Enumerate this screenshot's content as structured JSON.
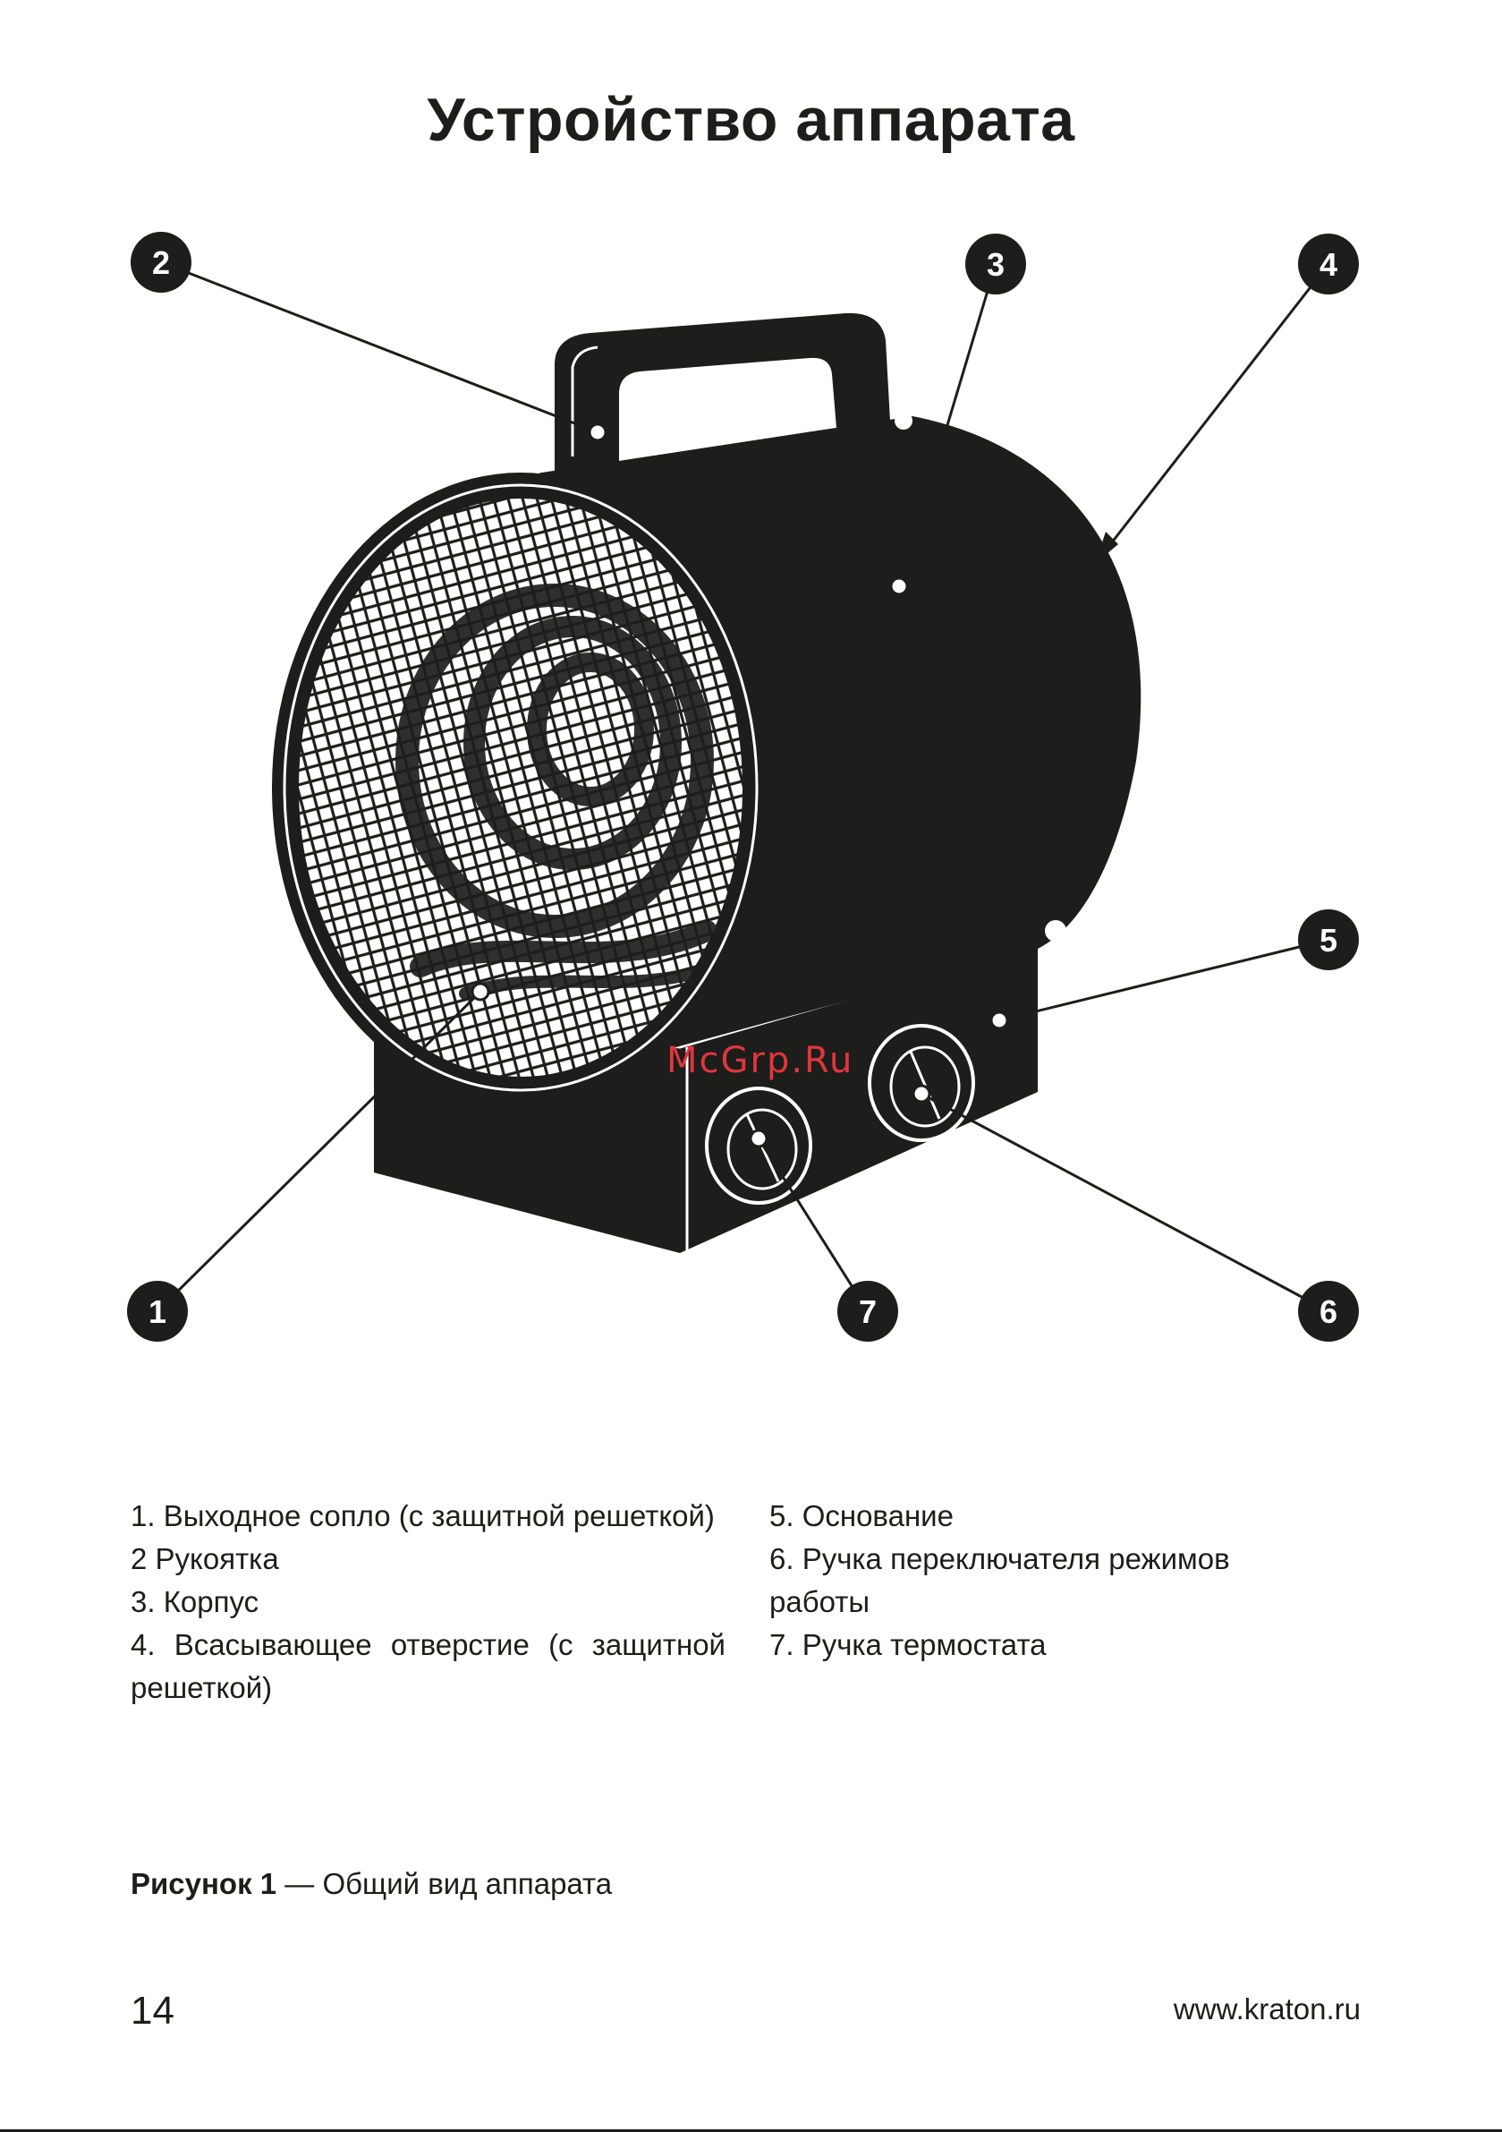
{
  "title": "Устройство аппарата",
  "callouts": [
    "1",
    "2",
    "3",
    "4",
    "5",
    "6",
    "7"
  ],
  "watermark": "McGrp.Ru",
  "legend": {
    "left": [
      "1. Выходное сопло (с защитной решеткой)",
      "2 Рукоятка",
      "3. Корпус",
      "4. Всасывающее отверстие (с защитной решеткой)"
    ],
    "right": [
      "5. Основание",
      "6. Ручка переключателя режимов работы",
      "7. Ручка термостата"
    ]
  },
  "caption": {
    "label": "Рисунок 1",
    "text": " — Общий вид аппарата"
  },
  "footer": {
    "page_number": "14",
    "url": "www.kraton.ru"
  },
  "colors": {
    "body": "#1d1d1b",
    "watermark": "#e0363c"
  }
}
